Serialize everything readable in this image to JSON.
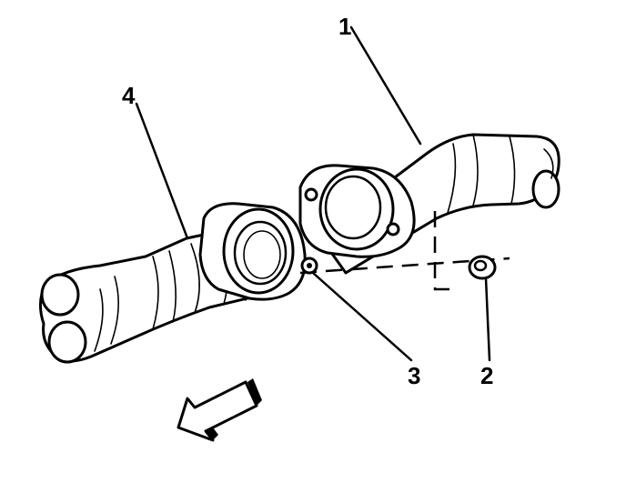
{
  "callouts": {
    "c1": "1",
    "c2": "2",
    "c3": "3",
    "c4": "4"
  },
  "parts": {
    "exhaust_pipe_front": "exhaust-pipe",
    "exhaust_pipe_rear": "exhaust-pipe",
    "flange_nut": "nut",
    "flange_bolt": "bolt",
    "direction_arrow": "arrow-icon"
  },
  "colors": {
    "line": "#000000",
    "background": "#ffffff"
  }
}
